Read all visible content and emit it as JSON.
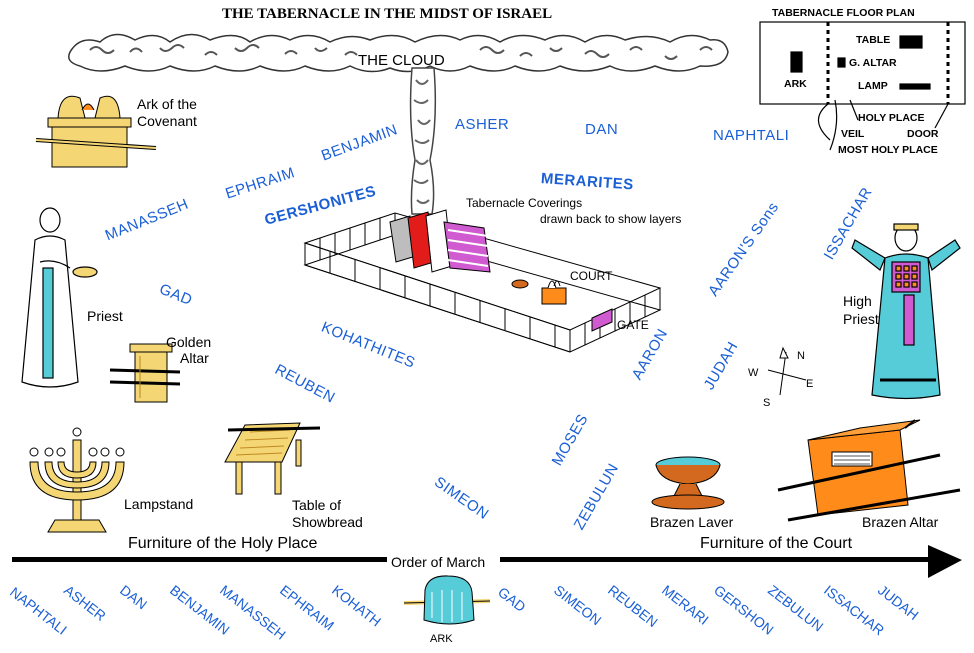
{
  "title": "THE TABERNACLE IN THE MIDST OF ISRAEL",
  "cloud_label": "THE   CLOUD",
  "coverings_label_1": "Tabernacle Coverings",
  "coverings_label_2": "drawn back to show layers",
  "court_label": "COURT",
  "gate_label": "GATE",
  "floor_plan": {
    "title": "TABERNACLE FLOOR PLAN",
    "table": "TABLE",
    "altar": "G. ALTAR",
    "lamp": "LAMP",
    "ark": "ARK",
    "holy_place": "HOLY PLACE",
    "veil": "VEIL",
    "door": "DOOR",
    "most_holy": "MOST HOLY PLACE"
  },
  "furniture": {
    "ark_1": "Ark of the",
    "ark_2": "Covenant",
    "priest": "Priest",
    "golden_altar_1": "Golden",
    "golden_altar_2": "Altar",
    "lampstand": "Lampstand",
    "table_1": "Table of",
    "table_2": "Showbread",
    "laver": "Brazen Laver",
    "brazen_altar": "Brazen Altar",
    "high_priest_1": "High",
    "high_priest_2": "Priest"
  },
  "tribes": {
    "asher": "ASHER",
    "dan": "DAN",
    "naphtali": "NAPHTALI",
    "benjamin": "BENJAMIN",
    "ephraim": "EPHRAIM",
    "manasseh": "MANASSEH",
    "gershonites": "GERSHONITES",
    "merarites": "MERARITES",
    "gad": "GAD",
    "kohathites": "KOHATHITES",
    "reuben": "REUBEN",
    "aarons_sons": "AARON'S Sons",
    "issachar": "ISSACHAR",
    "aaron": "AARON",
    "judah": "JUDAH",
    "moses": "MOSES",
    "simeon": "SIMEON",
    "zebulun": "ZEBULUN"
  },
  "compass": {
    "n": "N",
    "e": "E",
    "s": "S",
    "w": "W"
  },
  "bottom": {
    "holy_furniture": "Furniture of the Holy Place",
    "order_of_march": "Order of March",
    "court_furniture": "Furniture of the Court",
    "ark": "ARK"
  },
  "march_order": {
    "naphtali": "NAPHTALI",
    "asher": "ASHER",
    "dan": "DAN",
    "benjamin": "BENJAMIN",
    "manasseh": "MANASSEH",
    "ephraim": "EPHRAIM",
    "kohath": "KOHATH",
    "gad": "GAD",
    "simeon": "SIMEON",
    "reuben": "REUBEN",
    "merari": "MERARI",
    "gershon": "GERSHON",
    "zebulun": "ZEBULUN",
    "issachar": "ISSACHAR",
    "judah": "JUDAH"
  },
  "colors": {
    "tribe_blue": "#1a5fd6",
    "gold": "#f4d675",
    "bronze": "#d2691e",
    "cloud": "#555555",
    "covering_red": "#e21b1b",
    "covering_purple": "#d05ad0"
  }
}
